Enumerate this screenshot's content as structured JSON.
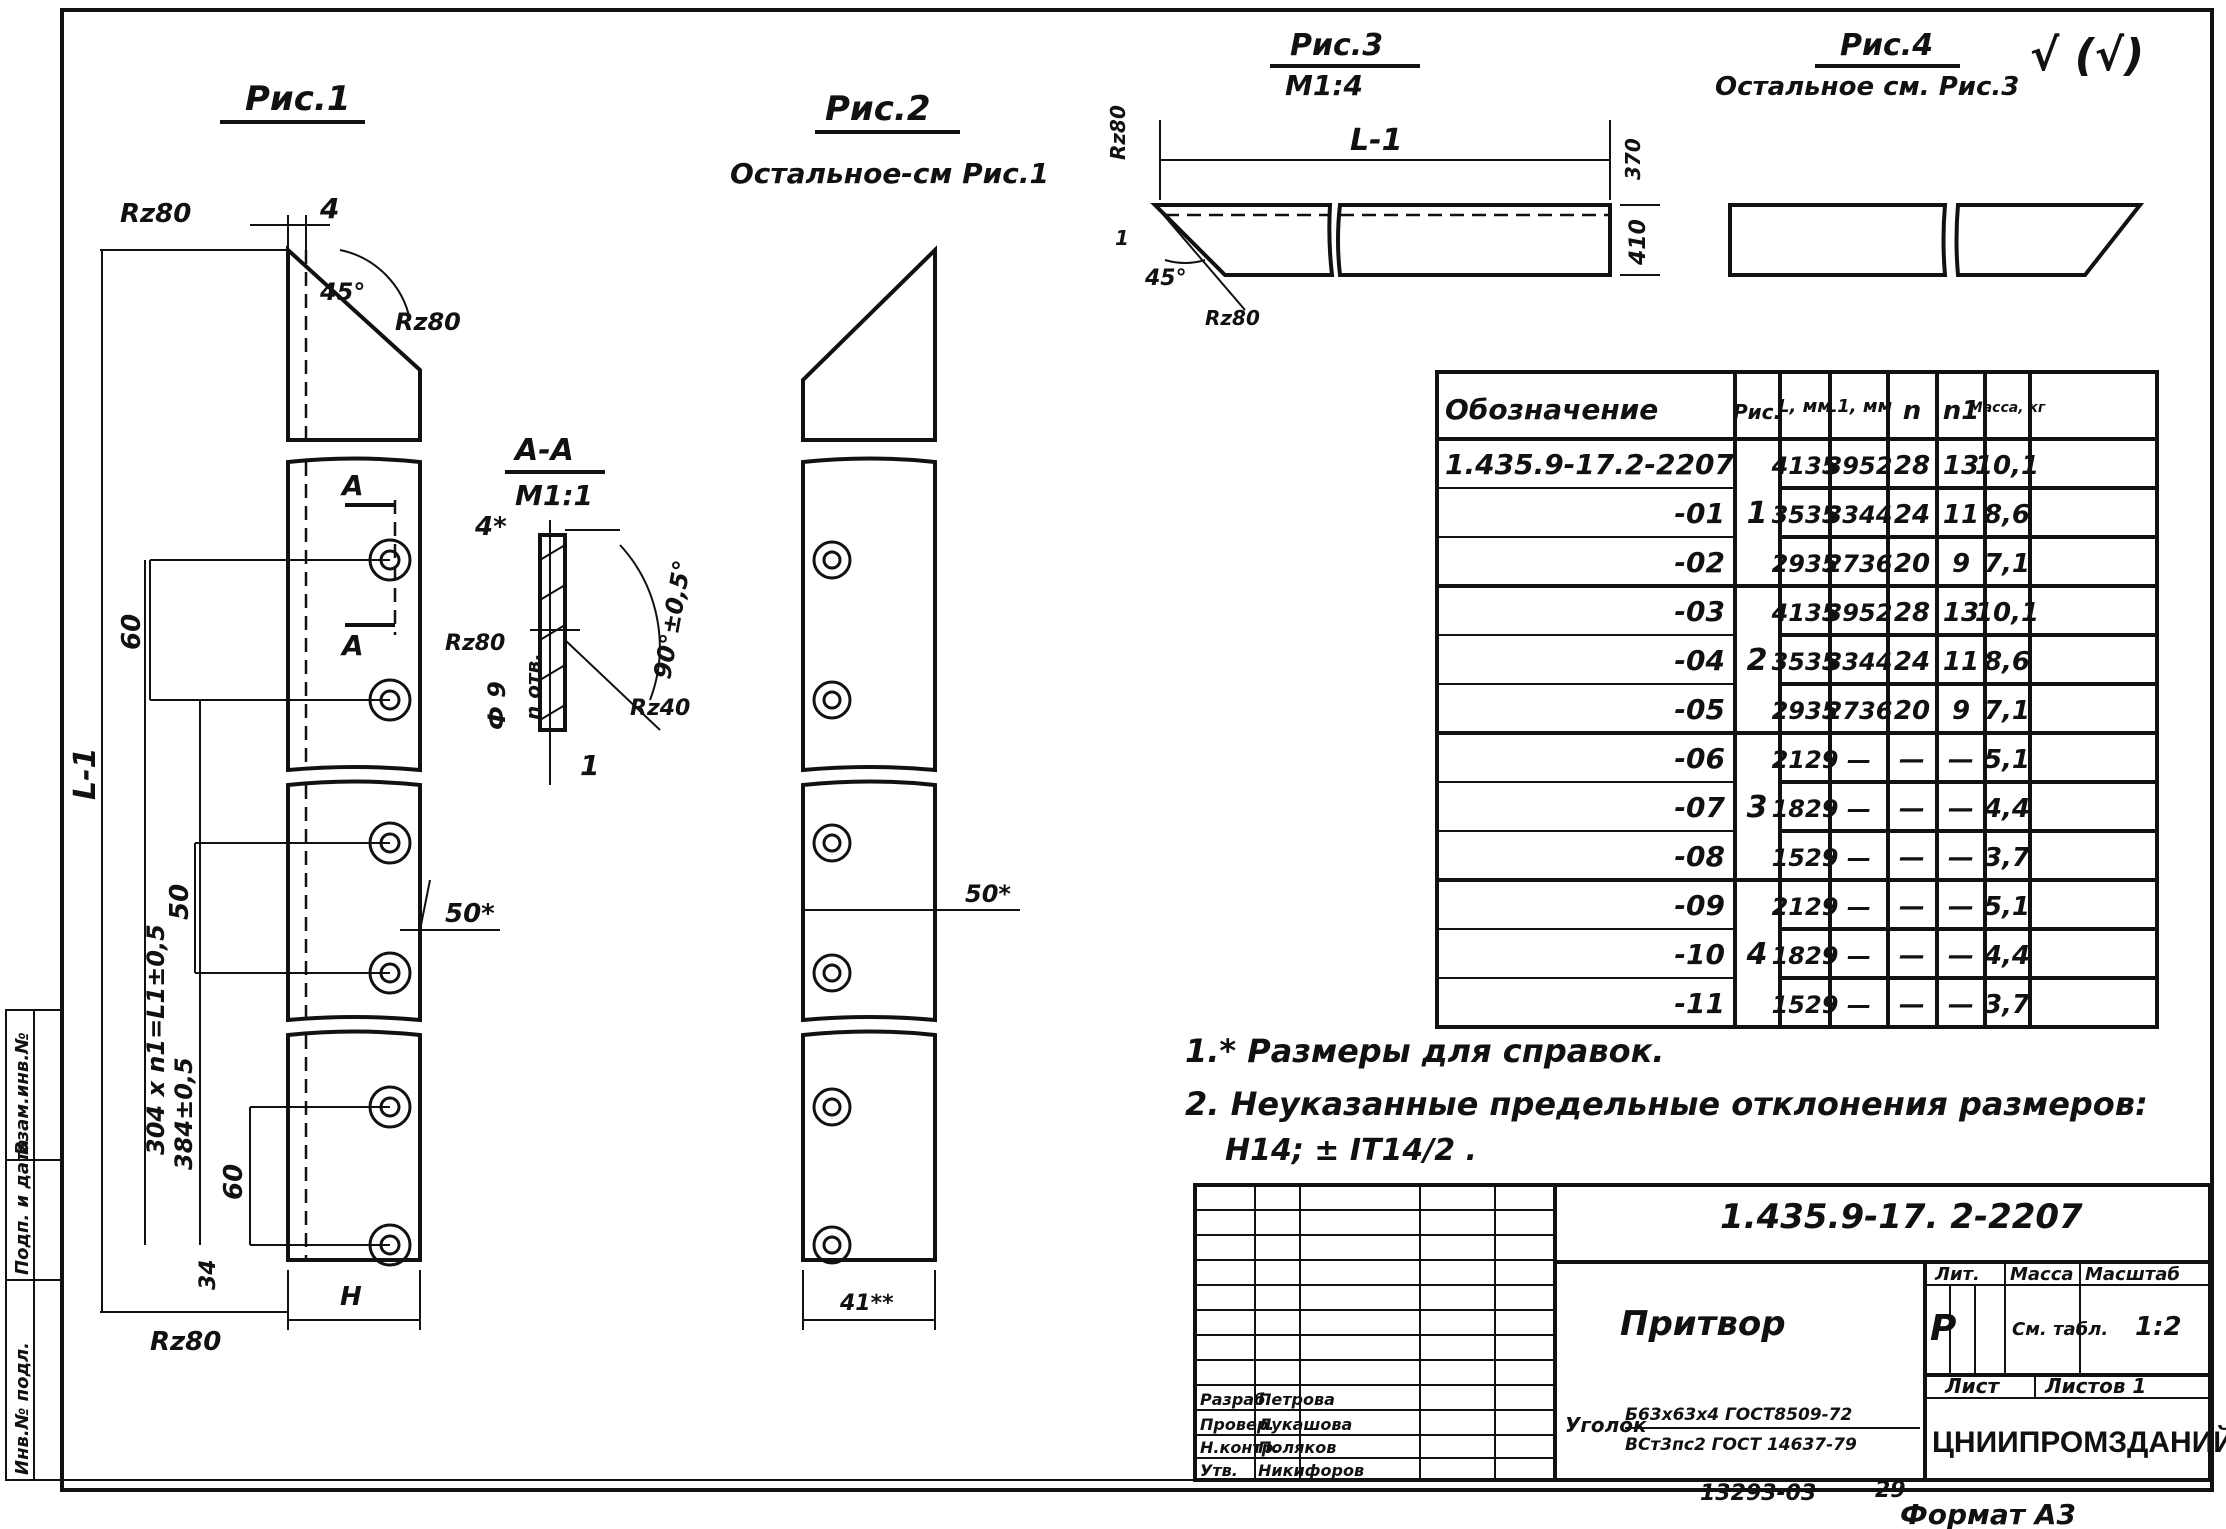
{
  "figures": {
    "fig1": {
      "title": "Рис.1"
    },
    "fig2": {
      "title": "Рис.2",
      "note": "Остальное-см Рис.1"
    },
    "fig3": {
      "title": "Рис.3",
      "scale": "М1:4"
    },
    "fig4": {
      "title": "Рис.4",
      "note": "Остальное см. Рис.3"
    },
    "section": {
      "title": "А-А",
      "scale": "М1:1"
    }
  },
  "roughness_symbol": "√ (√)",
  "dimensions": {
    "rz80": "Rz80",
    "rz40": "Rz40",
    "four": "4",
    "four_star": "4*",
    "one": "1",
    "angle45": "45°",
    "angle90": "90°±0,5°",
    "d60": "60",
    "d50": "50",
    "d50star": "50*",
    "d34": "34",
    "h": "Н",
    "L1": "L-1",
    "chain": "304 х n1=L1±0,5",
    "chain2": "384±0,5",
    "phi": "Ф 9",
    "n_otv": "n отв.",
    "section_A": "А",
    "width_41": "41**",
    "fig3_rz": "Rz80",
    "fig3_1": "1",
    "fig3_370": "370",
    "fig3_h": "410"
  },
  "table": {
    "headers": [
      "Обозначение",
      "Рис.",
      "L, мм",
      "L1, мм",
      "n",
      "n1",
      "Масса, кг"
    ],
    "rows": [
      {
        "code": "1.435.9-17.2-2207",
        "fig": "",
        "L": "4135",
        "L1": "3952",
        "n": "28",
        "n1": "13",
        "mass": "10,1"
      },
      {
        "code": "-01",
        "fig": "1",
        "L": "3535",
        "L1": "3344",
        "n": "24",
        "n1": "11",
        "mass": "8,6"
      },
      {
        "code": "-02",
        "fig": "",
        "L": "2935",
        "L1": "2736",
        "n": "20",
        "n1": "9",
        "mass": "7,1"
      },
      {
        "code": "-03",
        "fig": "",
        "L": "4135",
        "L1": "3952",
        "n": "28",
        "n1": "13",
        "mass": "10,1"
      },
      {
        "code": "-04",
        "fig": "2",
        "L": "3535",
        "L1": "3344",
        "n": "24",
        "n1": "11",
        "mass": "8,6"
      },
      {
        "code": "-05",
        "fig": "",
        "L": "2935",
        "L1": "2736",
        "n": "20",
        "n1": "9",
        "mass": "7,1"
      },
      {
        "code": "-06",
        "fig": "",
        "L": "2129",
        "L1": "—",
        "n": "—",
        "n1": "—",
        "mass": "5,1"
      },
      {
        "code": "-07",
        "fig": "3",
        "L": "1829",
        "L1": "—",
        "n": "—",
        "n1": "—",
        "mass": "4,4"
      },
      {
        "code": "-08",
        "fig": "",
        "L": "1529",
        "L1": "—",
        "n": "—",
        "n1": "—",
        "mass": "3,7"
      },
      {
        "code": "-09",
        "fig": "",
        "L": "2129",
        "L1": "—",
        "n": "—",
        "n1": "—",
        "mass": "5,1"
      },
      {
        "code": "-10",
        "fig": "4",
        "L": "1829",
        "L1": "—",
        "n": "—",
        "n1": "—",
        "mass": "4,4"
      },
      {
        "code": "-11",
        "fig": "",
        "L": "1529",
        "L1": "—",
        "n": "—",
        "n1": "—",
        "mass": "3,7"
      }
    ]
  },
  "notes": {
    "n1": "1.* Размеры для справок.",
    "n2": "2. Неуказанные предельные отклонения размеров:",
    "n2b": "Н14; ± IT14/2 ."
  },
  "title_block": {
    "designation": "1.435.9-17. 2-2207",
    "name": "Притвор",
    "lit": "Лит.",
    "mass": "Масса",
    "scale": "Масштаб",
    "lit_value": "Р",
    "mass_value": "См. табл.",
    "scale_value": "1:2",
    "sheet": "Лист",
    "sheets": "Листов 1",
    "material_label": "Уголок",
    "material_1": "Б63х63х4 ГОСТ8509-72",
    "material_2": "ВСт3пс2 ГОСТ 14637-79",
    "org": "ЦНИИПРОМЗДАНИЙ",
    "roles": [
      {
        "role": "Разраб.",
        "name": "Петрова"
      },
      {
        "role": "Провер.",
        "name": "Лукашова"
      },
      {
        "role": "Н.контр.",
        "name": "Поляков"
      },
      {
        "role": "Утв.",
        "name": "Никифоров"
      }
    ]
  },
  "side_stamp": [
    "Инв.№ подл.",
    "Подп. и дата",
    "Взам.инв.№"
  ],
  "bottom": {
    "code": "13293-03",
    "page": "29",
    "format": "Формат А3"
  }
}
